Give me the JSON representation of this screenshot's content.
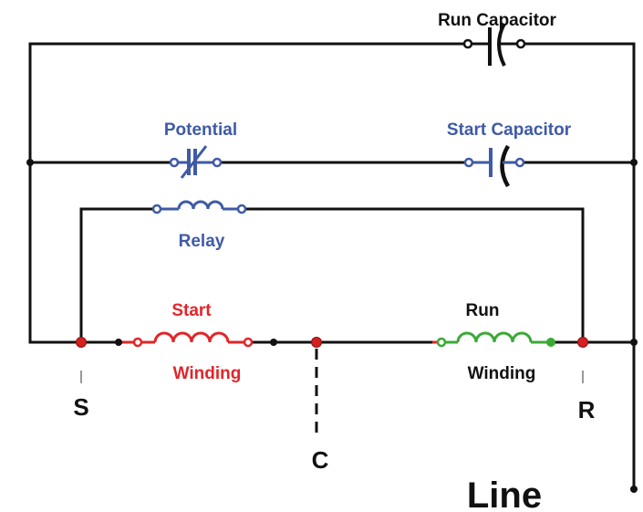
{
  "labels": {
    "run_capacitor": "Run Capacitor",
    "potential": "Potential",
    "start_capacitor": "Start Capacitor",
    "relay": "Relay",
    "start_top": "Start",
    "start_bottom": "Winding",
    "run_top": "Run",
    "run_bottom": "Winding",
    "terminal_s": "S",
    "terminal_c": "C",
    "terminal_r": "R",
    "line": "Line"
  },
  "colors": {
    "wire": "#111111",
    "relay_blue": "#3f5aa6",
    "start_red": "#e0262a",
    "run_green": "#3aaa35",
    "terminal_red": "#d42020"
  }
}
